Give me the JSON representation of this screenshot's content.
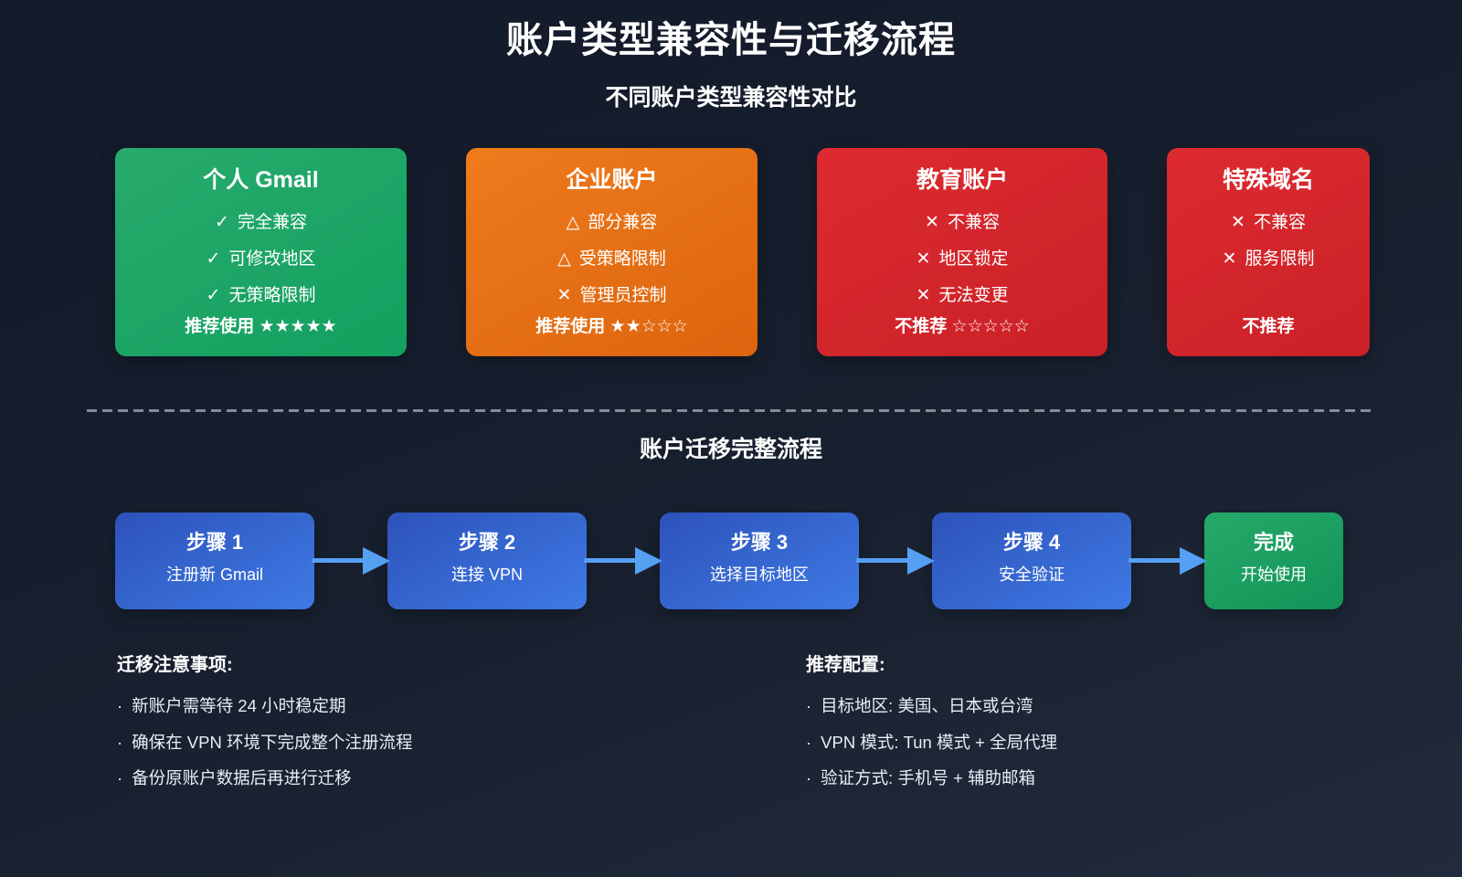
{
  "header": {
    "title": "账户类型兼容性与迁移流程",
    "subtitle": "不同账户类型兼容性对比"
  },
  "cards": [
    {
      "title": "个人 Gmail",
      "theme": "green",
      "items": [
        {
          "icon": "✓",
          "text": "完全兼容"
        },
        {
          "icon": "✓",
          "text": "可修改地区"
        },
        {
          "icon": "✓",
          "text": "无策略限制"
        }
      ],
      "footer": "推荐使用 ★★★★★"
    },
    {
      "title": "企业账户",
      "theme": "orange",
      "items": [
        {
          "icon": "△",
          "text": "部分兼容"
        },
        {
          "icon": "△",
          "text": "受策略限制"
        },
        {
          "icon": "✕",
          "text": "管理员控制"
        }
      ],
      "footer": "推荐使用 ★★☆☆☆"
    },
    {
      "title": "教育账户",
      "theme": "red",
      "items": [
        {
          "icon": "✕",
          "text": "不兼容"
        },
        {
          "icon": "✕",
          "text": "地区锁定"
        },
        {
          "icon": "✕",
          "text": "无法变更"
        }
      ],
      "footer": "不推荐 ☆☆☆☆☆"
    },
    {
      "title": "特殊域名",
      "theme": "red",
      "items": [
        {
          "icon": "✕",
          "text": "不兼容"
        },
        {
          "icon": "✕",
          "text": "服务限制"
        }
      ],
      "footer": "不推荐"
    }
  ],
  "flow": {
    "title": "账户迁移完整流程",
    "steps": [
      {
        "title": "步骤 1",
        "subtitle": "注册新 Gmail",
        "theme": "blue"
      },
      {
        "title": "步骤 2",
        "subtitle": "连接 VPN",
        "theme": "blue"
      },
      {
        "title": "步骤 3",
        "subtitle": "选择目标地区",
        "theme": "blue"
      },
      {
        "title": "步骤 4",
        "subtitle": "安全验证",
        "theme": "blue"
      },
      {
        "title": "完成",
        "subtitle": "开始使用",
        "theme": "green"
      }
    ]
  },
  "bullet": "·",
  "notes_left": {
    "heading": "迁移注意事项:",
    "items": [
      "新账户需等待 24 小时稳定期",
      "确保在 VPN 环境下完成整个注册流程",
      "备份原账户数据后再进行迁移"
    ]
  },
  "notes_right": {
    "heading": "推荐配置:",
    "items": [
      "目标地区: 美国、日本或台湾",
      "VPN 模式: Tun 模式 + 全局代理",
      "验证方式: 手机号 + 辅助邮箱"
    ]
  },
  "colors": {
    "bgA": "#121a2a",
    "bgB": "#212b3b",
    "greenA": "#28ab6d",
    "greenB": "#12a05f",
    "orangeA": "#ef7b1d",
    "orangeB": "#dc640e",
    "redA": "#dd2b30",
    "redB": "#c92127",
    "blueA": "#2d52ba",
    "blueB": "#3f7ae5",
    "doneA": "#26aa6a",
    "doneB": "#119457",
    "arrow": "#55a0f2",
    "divider": "#97a0ad",
    "text": "#ffffff",
    "noteText": "#e9edf4"
  }
}
